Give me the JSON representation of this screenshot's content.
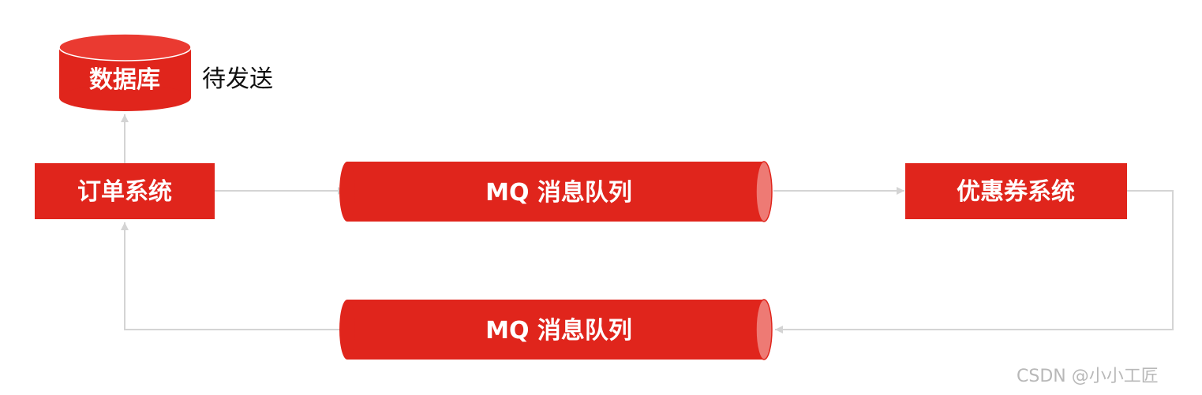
{
  "colors": {
    "node_fill": "#e0251c",
    "node_end_fill": "#ee7a74",
    "node_text": "#ffffff",
    "arrow": "#d4d4d4",
    "label_text": "#111111",
    "watermark": "#b8b8b8"
  },
  "nodes": {
    "database": {
      "label": "数据库",
      "shape": "cylinder"
    },
    "pending_label": {
      "text": "待发送"
    },
    "order_system": {
      "label": "订单系统",
      "shape": "rectangle"
    },
    "mq_top": {
      "label": "MQ 消息队列",
      "shape": "horizontal-pipe"
    },
    "coupon_system": {
      "label": "优惠券系统",
      "shape": "rectangle"
    },
    "mq_bottom": {
      "label": "MQ 消息队列",
      "shape": "horizontal-pipe"
    }
  },
  "edges": [
    {
      "from": "order_system",
      "to": "database"
    },
    {
      "from": "order_system",
      "to": "mq_top"
    },
    {
      "from": "mq_top",
      "to": "coupon_system"
    },
    {
      "from": "coupon_system",
      "to": "mq_bottom"
    },
    {
      "from": "mq_bottom",
      "to": "order_system"
    }
  ],
  "watermark": {
    "text": "CSDN @小小工匠"
  }
}
